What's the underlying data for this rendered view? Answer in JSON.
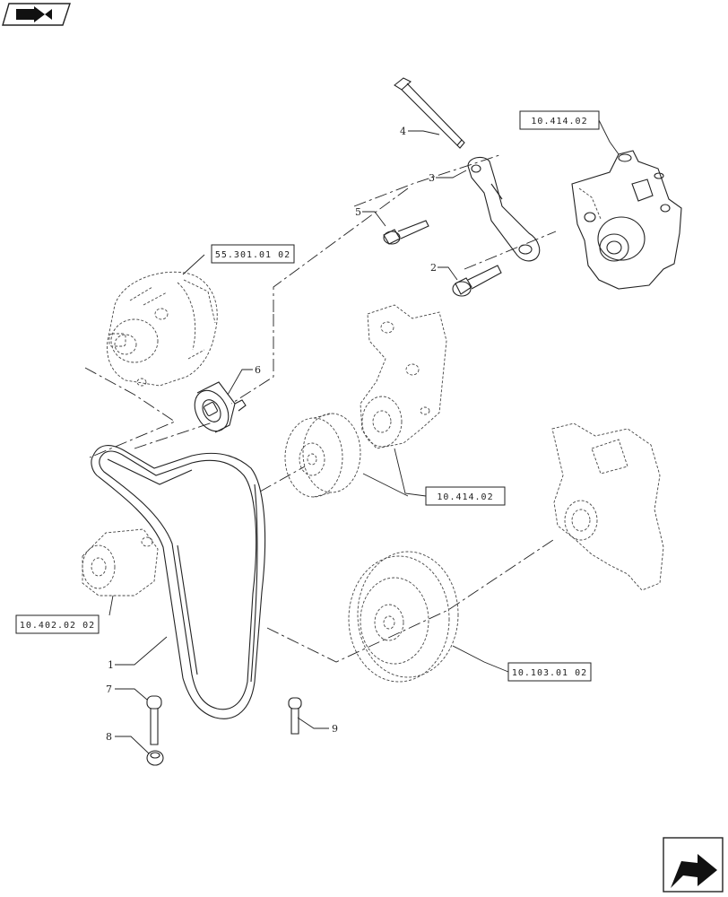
{
  "refs": {
    "r1": "10.414.02",
    "r2": "55.301.01 02",
    "r3": "10.414.02",
    "r4": "10.402.02 02",
    "r5": "10.103.01 02"
  },
  "callouts": {
    "c1": "1",
    "c2": "2",
    "c3": "3",
    "c4": "4",
    "c5": "5",
    "c6": "6",
    "c7": "7",
    "c8": "8",
    "c9": "9"
  },
  "icons": {
    "top_left": "book-arrow-icon",
    "bottom_right": "next-page-arrow-icon"
  }
}
